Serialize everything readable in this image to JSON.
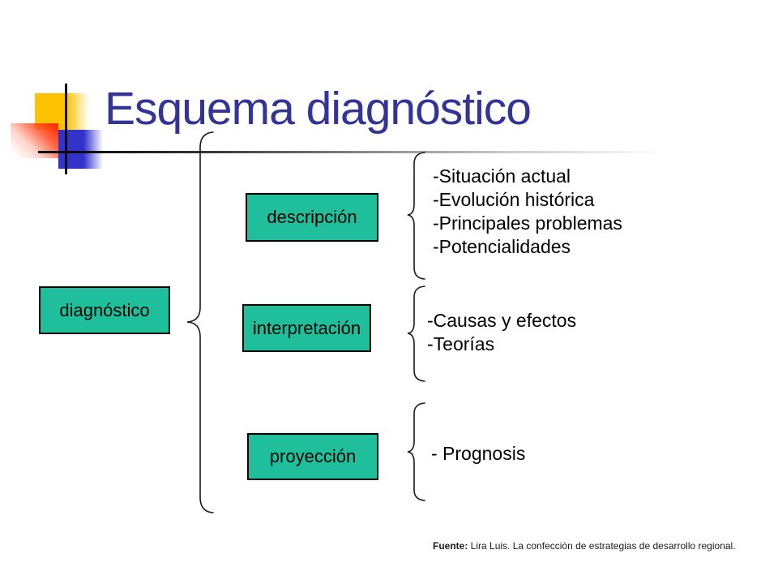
{
  "slide": {
    "title": "Esquema diagnóstico",
    "footer": {
      "label": "Fuente:",
      "text": " Lira Luis. La confección de estrategias de desarrollo regional."
    }
  },
  "diagram": {
    "root": {
      "label": "diagnóstico"
    },
    "branches": [
      {
        "label": "descripción",
        "items": [
          "-Situación actual",
          "-Evolución histórica",
          "-Principales problemas",
          "-Potencialidades"
        ]
      },
      {
        "label": "interpretación",
        "items": [
          "-Causas y efectos",
          "-Teorías"
        ]
      },
      {
        "label": "proyección",
        "items": [
          "- Prognosis"
        ]
      }
    ]
  },
  "colors": {
    "title": "#333399",
    "box_fill": "#20BF9C",
    "box_border": "#000000",
    "accent_yellow": "#FFC200",
    "accent_red": "#FF2B00",
    "accent_blue": "#3333CC",
    "text": "#000000"
  }
}
